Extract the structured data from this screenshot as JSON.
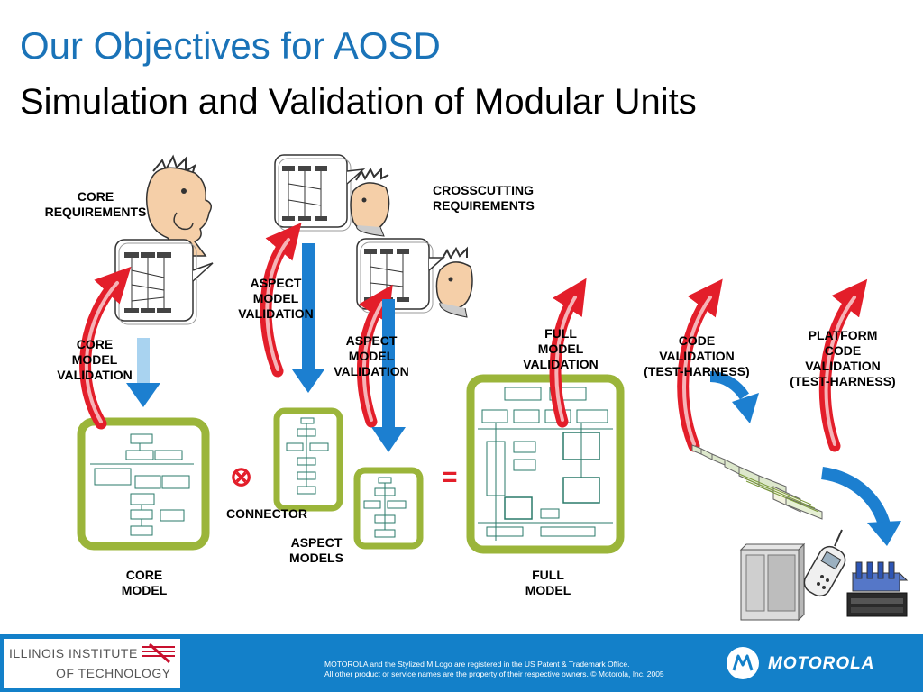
{
  "title": "Our Objectives for AOSD",
  "subtitle": "Simulation and Validation of Modular Units",
  "labels": {
    "core_requirements": "CORE\nREQUIREMENTS",
    "crosscutting_requirements": "CROSSCUTTING\nREQUIREMENTS",
    "core_model_validation": "CORE\nMODEL\nVALIDATION",
    "aspect_model_validation_1": "ASPECT\nMODEL\nVALIDATION",
    "aspect_model_validation_2": "ASPECT\nMODEL\nVALIDATION",
    "full_model_validation": "FULL\nMODEL\nVALIDATION",
    "code_validation": "CODE\nVALIDATION\n(TEST-HARNESS)",
    "platform_code_validation": "PLATFORM\nCODE\nVALIDATION\n(TEST-HARNESS)",
    "connector": "CONNECTOR",
    "aspect_models": "ASPECT\nMODELS",
    "core_model": "CORE\nMODEL",
    "full_model": "FULL\nMODEL",
    "connector_symbol": "⊗",
    "equals_symbol": "="
  },
  "footer": {
    "institution_line1": "ILLINOIS INSTITUTE",
    "institution_line2": "OF TECHNOLOGY",
    "legal": "MOTOROLA and the Stylized M Logo are registered in the US Patent & Trademark Office.\nAll other product or service names are the property of their respective owners. © Motorola, Inc. 2005",
    "brand": "MOTOROLA"
  },
  "colors": {
    "title_blue": "#1a73b8",
    "frame_green": "#9bb53a",
    "arrow_red": "#e31e2a",
    "arrow_blue": "#1c7fd0",
    "footer_blue": "#1380c9",
    "iit_red": "#c8102e"
  },
  "icons": [
    "thinking-person-icon",
    "sequence-diagram-bubble-icon",
    "flowchart-icon",
    "test-harness-trace-icon",
    "mobile-phone-icon",
    "base-station-rack-icon",
    "network-device-icon",
    "motorola-m-logo-icon",
    "iit-logo-icon"
  ]
}
